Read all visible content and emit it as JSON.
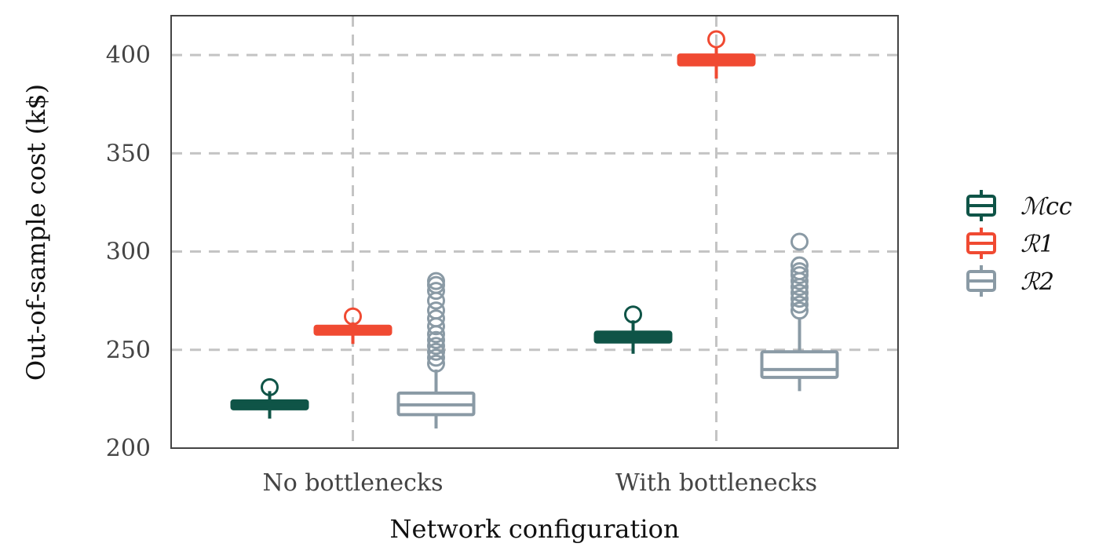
{
  "chart_data": {
    "type": "box",
    "xlabel": "Network configuration",
    "ylabel": "Out-of-sample cost (k$)",
    "ylim": [
      200,
      420
    ],
    "yticks": [
      "200",
      "250",
      "300",
      "350",
      "400"
    ],
    "categories": [
      "No bottlenecks",
      "With bottlenecks"
    ],
    "grid": true,
    "legend_position": "right",
    "series": [
      {
        "name": "ℳcc",
        "color": "#0f5447",
        "boxes": [
          {
            "min": 215,
            "q1": 220,
            "median": 222,
            "q3": 224,
            "max": 229,
            "outliers": [
              231
            ]
          },
          {
            "min": 248,
            "q1": 254,
            "median": 257,
            "q3": 259,
            "max": 265,
            "outliers": [
              268
            ]
          }
        ]
      },
      {
        "name": "ℛ1",
        "color": "#f04a32",
        "boxes": [
          {
            "min": 253,
            "q1": 258,
            "median": 260,
            "q3": 262,
            "max": 264,
            "outliers": [
              267
            ]
          },
          {
            "min": 388,
            "q1": 395,
            "median": 397,
            "q3": 400,
            "max": 404,
            "outliers": [
              408
            ]
          }
        ]
      },
      {
        "name": "ℛ2",
        "color": "#8a9aa5",
        "boxes": [
          {
            "min": 210,
            "q1": 217,
            "median": 222,
            "q3": 228,
            "max": 240,
            "outliers": [
              243,
              246,
              249,
              252,
              255,
              258,
              262,
              266,
              270,
              275,
              280,
              283,
              285
            ]
          },
          {
            "min": 229,
            "q1": 236,
            "median": 240,
            "q3": 249,
            "max": 266,
            "outliers": [
              270,
              273,
              276,
              279,
              282,
              285,
              288,
              290,
              293,
              305
            ]
          }
        ]
      }
    ]
  }
}
